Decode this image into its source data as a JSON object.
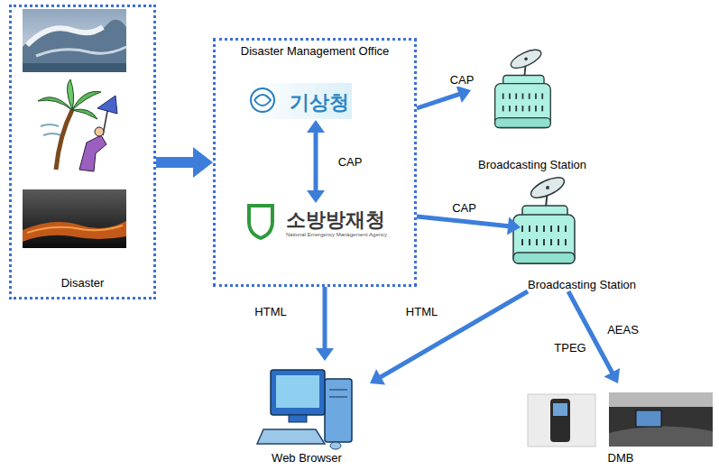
{
  "diagram": {
    "nodes": [
      {
        "text": [
          "Disaster"
        ]
      },
      {
        "text": [
          "Disaster Management Office"
        ]
      },
      {
        "text": [
          "기상청"
        ],
        "in": 1
      },
      {
        "text": [
          "소방방재청",
          "National Emergency Management Agency"
        ],
        "in": 1
      },
      {
        "text": [
          "Broadcasting Station"
        ]
      },
      {
        "text": [
          "Broadcasting Station"
        ]
      },
      {
        "text": [
          "Web Browser"
        ]
      },
      {
        "text": [
          "DMB"
        ]
      }
    ],
    "edges": [
      {
        "from": 0,
        "to": 1,
        "arrow": "to"
      },
      {
        "from": 2,
        "to": 3,
        "label": "CAP",
        "arrow": "both"
      },
      {
        "from": 1,
        "to": 4,
        "label": "CAP",
        "arrow": "to"
      },
      {
        "from": 1,
        "to": 5,
        "label": "CAP",
        "arrow": "to"
      },
      {
        "from": 1,
        "to": 6,
        "label": "HTML",
        "arrow": "to"
      },
      {
        "from": 5,
        "to": 6,
        "label": "HTML",
        "arrow": "to"
      },
      {
        "from": 5,
        "to": 7,
        "label": "AEAS",
        "arrow": "to"
      }
    ],
    "labels": [
      "TPEG"
    ]
  }
}
